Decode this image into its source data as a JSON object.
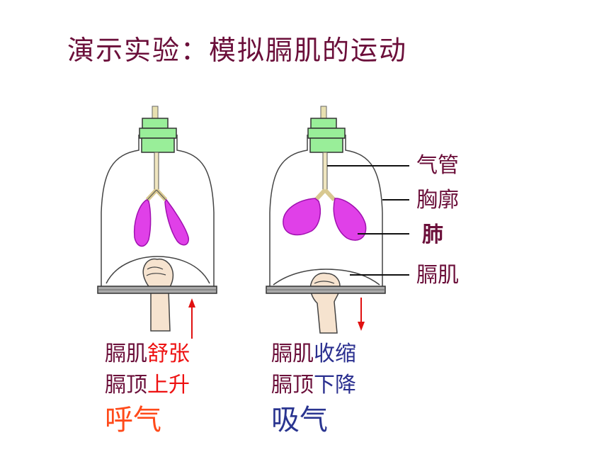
{
  "title": "演示实验：模拟膈肌的运动",
  "labels": {
    "trachea": "气管",
    "thorax": "胸廓",
    "lung": "肺",
    "diaphragm": "膈肌"
  },
  "left": {
    "line1_prefix": "膈肌",
    "line1_highlight": "舒张",
    "line2_prefix": "膈顶",
    "line2_highlight": "上升",
    "result": "呼气"
  },
  "right": {
    "line1_prefix": "膈肌",
    "line1_highlight": "收缩",
    "line2_prefix": "膈顶",
    "line2_highlight": "下降",
    "result": "吸气"
  },
  "colors": {
    "title": "#6b0f3a",
    "lung": "#e040e8",
    "stopper": "#99ee99",
    "arrow": "#e01010",
    "relax": "#ee1111",
    "contract": "#2a2f8f"
  }
}
